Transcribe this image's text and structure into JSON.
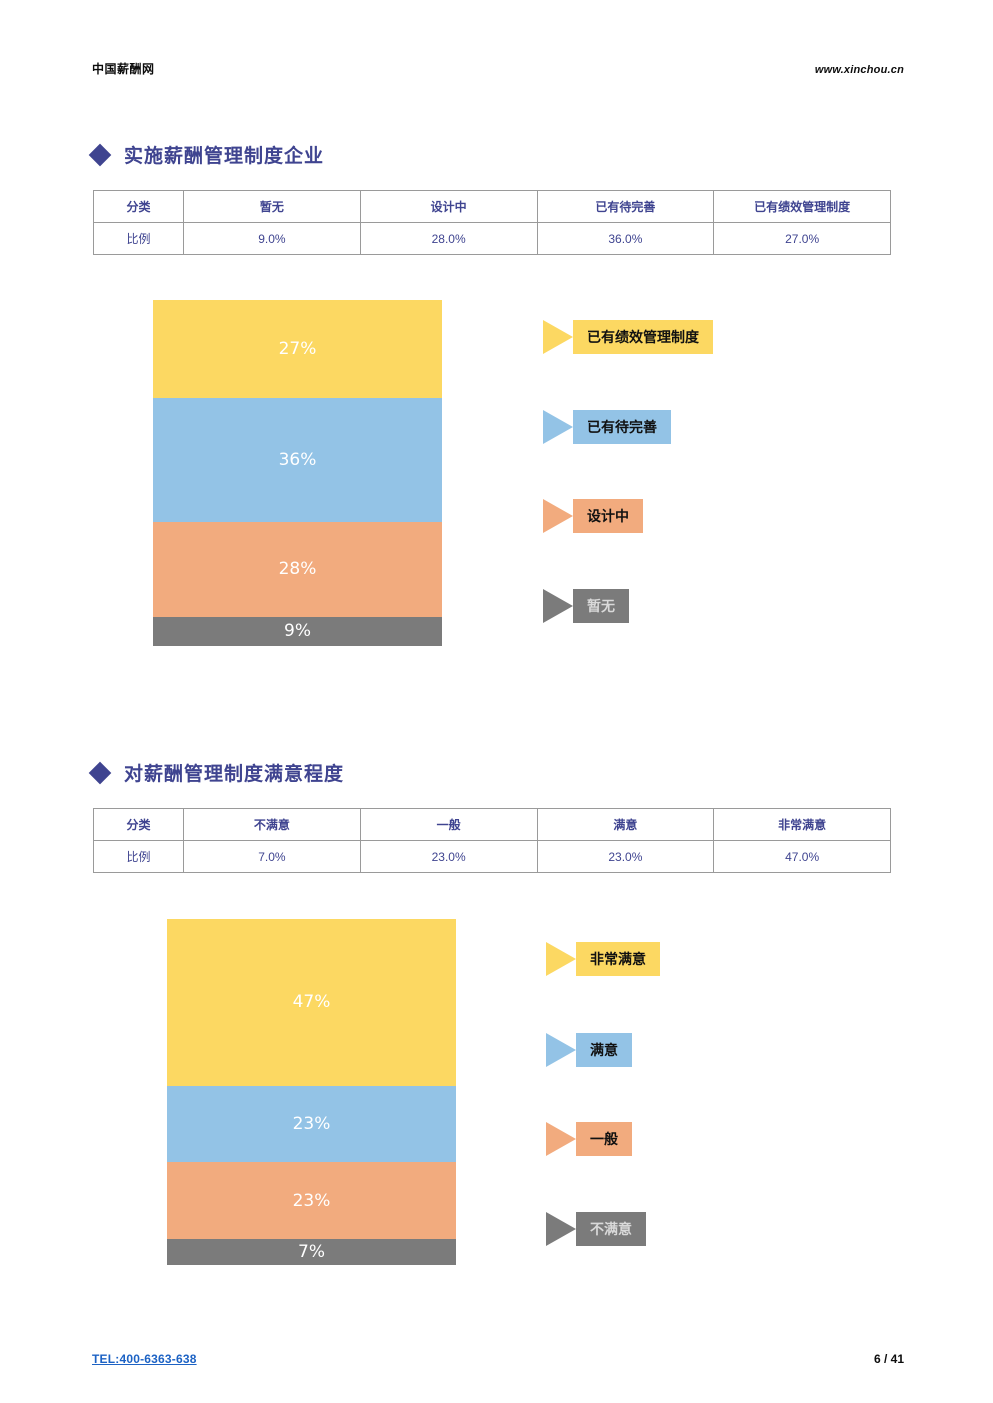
{
  "header": {
    "brand": "中国薪酬网",
    "url": "www.xinchou.cn"
  },
  "footer": {
    "tel": "TEL:400-6363-638",
    "page_number": "6 / 41"
  },
  "colors": {
    "accent": "#3f4490",
    "yellow": "#fcd862",
    "blue": "#93c3e6",
    "orange": "#f2ab7e",
    "gray": "#7b7b7b",
    "link": "#1c62c4",
    "table_border": "#9a9a9a"
  },
  "sections": [
    {
      "title": "实施薪酬管理制度企业",
      "table": {
        "headers": [
          "分类",
          "暂无",
          "设计中",
          "已有待完善",
          "已有绩效管理制度"
        ],
        "row_label": "比例",
        "values": [
          "9.0%",
          "28.0%",
          "36.0%",
          "27.0%"
        ]
      },
      "legend": [
        {
          "label": "已有绩效管理制度",
          "color": "#fcd862",
          "text_on_dark": false
        },
        {
          "label": "已有待完善",
          "color": "#93c3e6",
          "text_on_dark": false
        },
        {
          "label": "设计中",
          "color": "#f2ab7e",
          "text_on_dark": false
        },
        {
          "label": "暂无",
          "color": "#7b7b7b",
          "text_on_dark": true
        }
      ]
    },
    {
      "title": "对薪酬管理制度满意程度",
      "table": {
        "headers": [
          "分类",
          "不满意",
          "一般",
          "满意",
          "非常满意"
        ],
        "row_label": "比例",
        "values": [
          "7.0%",
          "23.0%",
          "23.0%",
          "47.0%"
        ]
      },
      "legend": [
        {
          "label": "非常满意",
          "color": "#fcd862",
          "text_on_dark": false
        },
        {
          "label": "满意",
          "color": "#93c3e6",
          "text_on_dark": false
        },
        {
          "label": "一般",
          "color": "#f2ab7e",
          "text_on_dark": false
        },
        {
          "label": "不满意",
          "color": "#7b7b7b",
          "text_on_dark": true
        }
      ]
    }
  ],
  "chart_data": [
    {
      "type": "bar",
      "title": "实施薪酬管理制度企业",
      "categories": [
        "已有绩效管理制度",
        "已有待完善",
        "设计中",
        "暂无"
      ],
      "values": [
        27,
        36,
        28,
        9
      ],
      "labels": [
        "27%",
        "36%",
        "28%",
        "9%"
      ],
      "colors": [
        "#fcd862",
        "#93c3e6",
        "#f2ab7e",
        "#7b7b7b"
      ],
      "xlabel": "",
      "ylabel": "",
      "ylim": [
        0,
        100
      ],
      "grid": false,
      "legend_position": "right",
      "stacked": true,
      "orientation": "vertical"
    },
    {
      "type": "bar",
      "title": "对薪酬管理制度满意程度",
      "categories": [
        "非常满意",
        "满意",
        "一般",
        "不满意"
      ],
      "values": [
        47,
        23,
        23,
        7
      ],
      "labels": [
        "47%",
        "23%",
        "23%",
        "7%"
      ],
      "colors": [
        "#fcd862",
        "#93c3e6",
        "#f2ab7e",
        "#7b7b7b"
      ],
      "xlabel": "",
      "ylabel": "",
      "ylim": [
        0,
        100
      ],
      "grid": false,
      "legend_position": "right",
      "stacked": true,
      "orientation": "vertical"
    }
  ]
}
